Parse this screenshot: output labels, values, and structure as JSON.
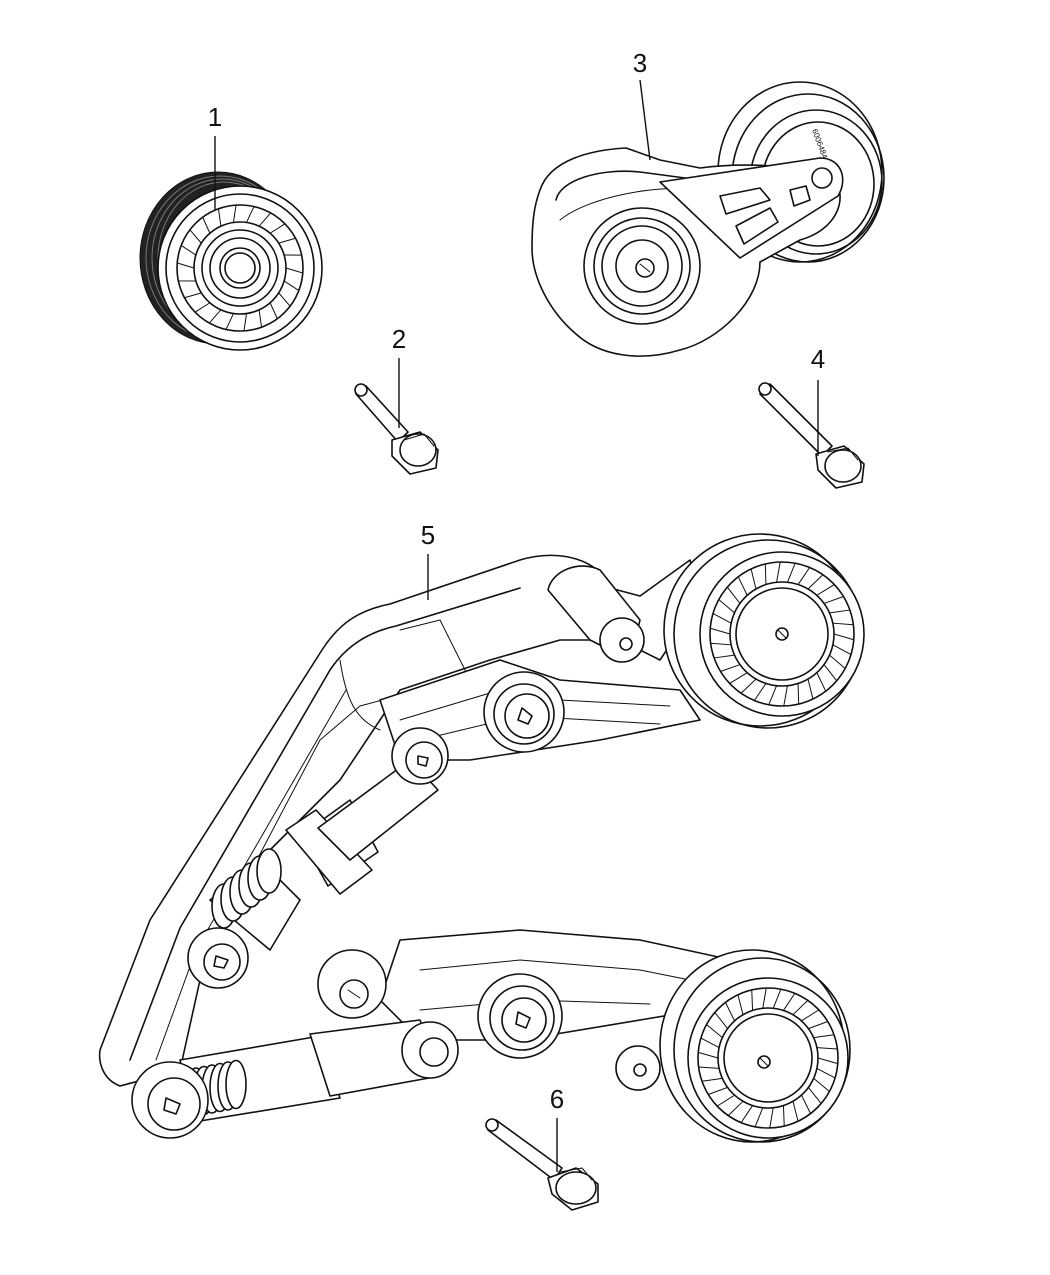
{
  "callouts": [
    {
      "id": "1",
      "label": "1"
    },
    {
      "id": "2",
      "label": "2"
    },
    {
      "id": "3",
      "label": "3"
    },
    {
      "id": "4",
      "label": "4"
    },
    {
      "id": "5",
      "label": "5"
    },
    {
      "id": "6",
      "label": "6"
    }
  ],
  "part_markings": {
    "tensioner_code": "60064848"
  }
}
